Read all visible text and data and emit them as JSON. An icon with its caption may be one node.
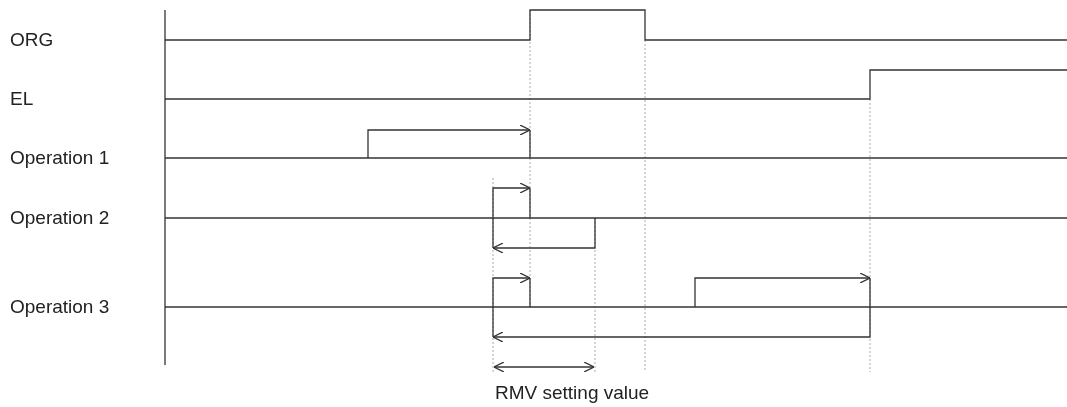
{
  "diagram": {
    "labels": [
      "ORG",
      "EL",
      "Operation 1",
      "Operation 2",
      "Operation 3",
      "RMV setting value"
    ]
  }
}
